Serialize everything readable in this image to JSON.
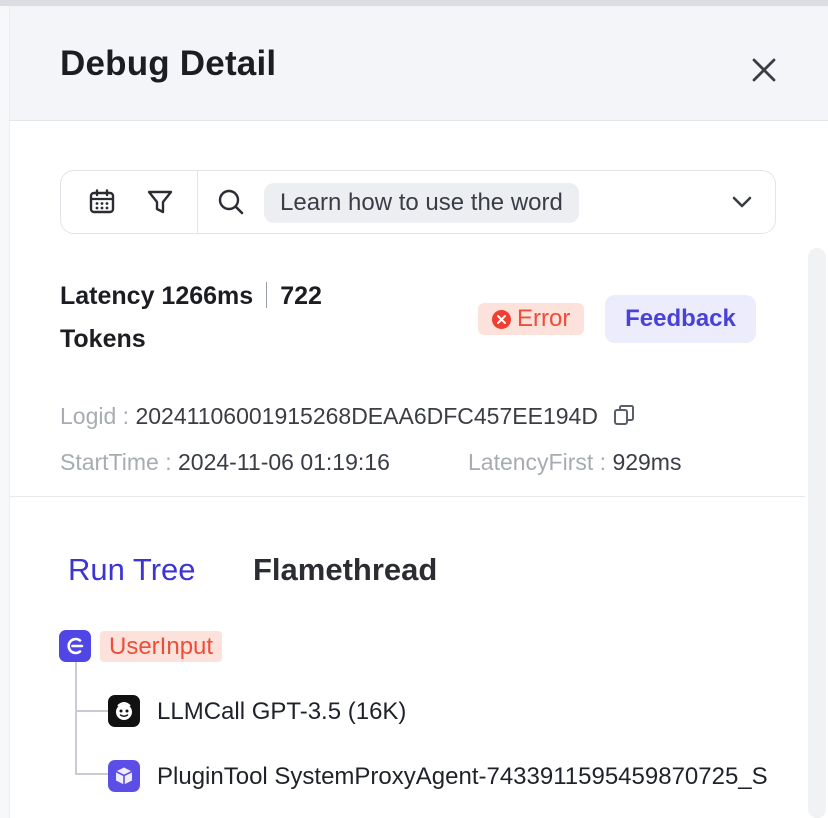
{
  "panel": {
    "title": "Debug Detail"
  },
  "search": {
    "query": "Learn how to use the word"
  },
  "summary": {
    "latency_text": "Latency 1266ms",
    "tokens_number": "722",
    "tokens_label": "Tokens",
    "status_label": "Error",
    "feedback_label": "Feedback"
  },
  "meta": {
    "logid_label": "Logid : ",
    "logid_value": "20241106001915268DEAA6DFC457EE194D",
    "starttime_label": "StartTime : ",
    "starttime_value": "2024-11-06 01:19:16",
    "latencyfirst_label": "LatencyFirst : ",
    "latencyfirst_value": "929ms"
  },
  "tabs": [
    {
      "label": "Run Tree",
      "active": true
    },
    {
      "label": "Flamethread",
      "active": false
    }
  ],
  "tree": {
    "root": {
      "label": "UserInput"
    },
    "children": [
      {
        "label": "LLMCall GPT-3.5 (16K)"
      },
      {
        "label": "PluginTool SystemProxyAgent-7433911595459870725_S"
      }
    ]
  },
  "colors": {
    "accent": "#3d35d1",
    "error": "#ef4d3a",
    "error_bg": "#fde2dc",
    "feedback_bg": "#ececfd",
    "icon_purple": "#4f46e5"
  },
  "icons": {
    "close": "close-icon",
    "calendar": "calendar-icon",
    "filter": "filter-icon",
    "search": "search-icon",
    "dropdown": "chevron-down-icon",
    "copy": "copy-icon",
    "user_input": "user-input-icon",
    "llm": "llm-robot-icon",
    "plugin": "plugin-cube-icon"
  }
}
